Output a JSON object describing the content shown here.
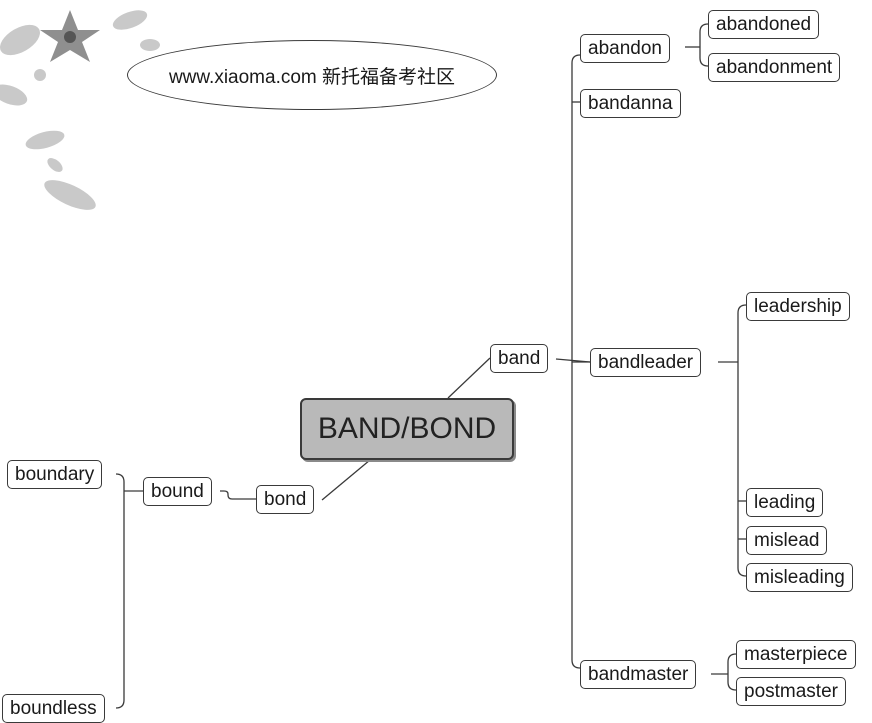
{
  "watermark": "www.xiaoma.com 新托福备考社区",
  "root": "BAND/BOND",
  "nodes": {
    "band": "band",
    "abandon": "abandon",
    "abandoned": "abandoned",
    "abandonment": "abandonment",
    "bandanna": "bandanna",
    "bandleader": "bandleader",
    "leadership": "leadership",
    "leading": "leading",
    "mislead": "mislead",
    "misleading": "misleading",
    "bandmaster": "bandmaster",
    "masterpiece": "masterpiece",
    "postmaster": "postmaster",
    "bond": "bond",
    "bound": "bound",
    "boundary": "boundary",
    "boundless": "boundless"
  }
}
